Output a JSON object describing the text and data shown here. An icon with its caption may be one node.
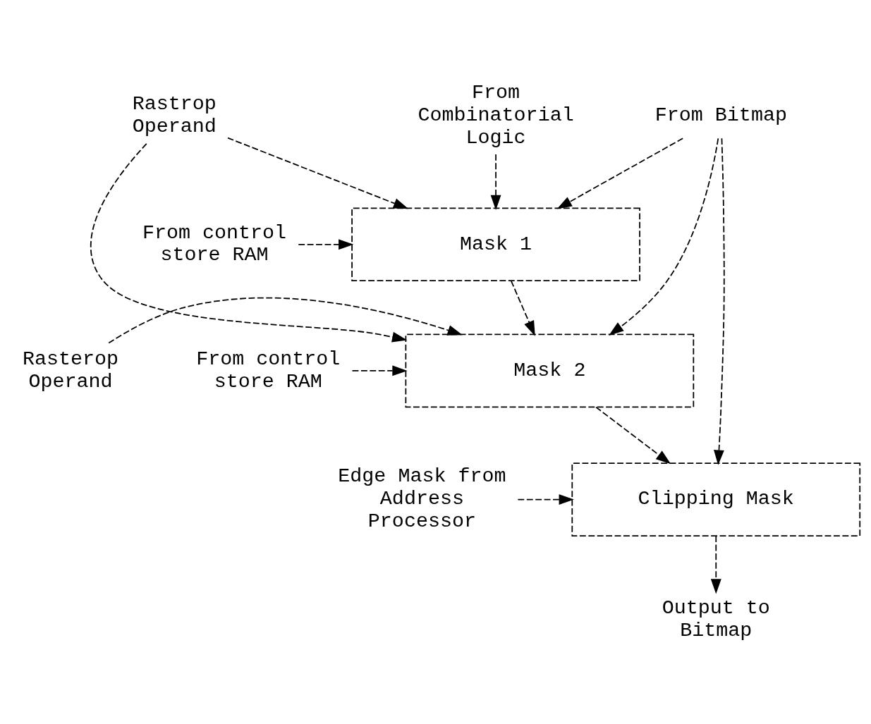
{
  "diagram": {
    "nodes": [
      {
        "text": [
          "Rastrop Operand"
        ]
      },
      {
        "text": [
          "From Combinatorial Logic"
        ]
      },
      {
        "text": [
          "From Bitmap"
        ]
      },
      {
        "text": [
          "Mask 1"
        ]
      },
      {
        "text": [
          "From control store RAM"
        ]
      },
      {
        "text": [
          "Mask 2"
        ]
      },
      {
        "text": [
          "From control store RAM"
        ]
      },
      {
        "text": [
          "Rasterop Operand"
        ]
      },
      {
        "text": [
          "Clipping Mask"
        ]
      },
      {
        "text": [
          "Edge Mask from Address Processor"
        ]
      },
      {
        "text": [
          "Output to Bitmap"
        ]
      }
    ],
    "edges": [
      {
        "from": 0,
        "to": 3,
        "arrow": "to"
      },
      {
        "from": 1,
        "to": 3,
        "arrow": "to"
      },
      {
        "from": 2,
        "to": 3,
        "arrow": "to"
      },
      {
        "from": 4,
        "to": 3,
        "arrow": "to"
      },
      {
        "from": 0,
        "to": 5,
        "arrow": "to"
      },
      {
        "from": 3,
        "to": 5,
        "arrow": "to"
      },
      {
        "from": 2,
        "to": 5,
        "arrow": "to"
      },
      {
        "from": 6,
        "to": 5,
        "arrow": "to"
      },
      {
        "from": 7,
        "to": 5,
        "arrow": "to"
      },
      {
        "from": 5,
        "to": 8,
        "arrow": "to"
      },
      {
        "from": 2,
        "to": 8,
        "arrow": "to"
      },
      {
        "from": 9,
        "to": 8,
        "arrow": "to"
      },
      {
        "from": 8,
        "to": 10,
        "arrow": "to"
      }
    ]
  }
}
